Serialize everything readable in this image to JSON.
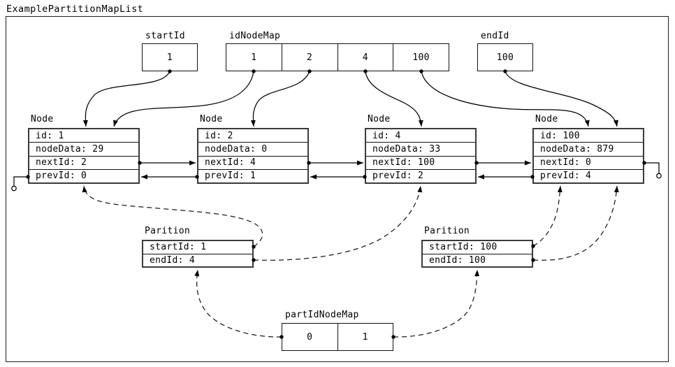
{
  "title": "ExamplePartitionMapList",
  "colors": {
    "line": "#000000",
    "background": "#ffffff",
    "record_border": "#3a3a3a"
  },
  "start_id": {
    "label": "startId",
    "value": "1"
  },
  "id_node_map": {
    "label": "idNodeMap",
    "cells": [
      "1",
      "2",
      "4",
      "100"
    ]
  },
  "end_id": {
    "label": "endId",
    "value": "100"
  },
  "nodes": [
    {
      "label": "Node",
      "rows": [
        "id: 1",
        "nodeData: 29",
        "nextId: 2",
        "prevId: 0"
      ]
    },
    {
      "label": "Node",
      "rows": [
        "id: 2",
        "nodeData: 0",
        "nextId: 4",
        "prevId: 1"
      ]
    },
    {
      "label": "Node",
      "rows": [
        "id: 4",
        "nodeData: 33",
        "nextId: 100",
        "prevId: 2"
      ]
    },
    {
      "label": "Node",
      "rows": [
        "id: 100",
        "nodeData: 879",
        "nextId: 0",
        "prevId: 4"
      ]
    }
  ],
  "partitions": [
    {
      "label": "Parition",
      "rows": [
        "startId: 1",
        "endId: 4"
      ]
    },
    {
      "label": "Parition",
      "rows": [
        "startId: 100",
        "endId: 100"
      ]
    }
  ],
  "part_id_node_map": {
    "label": "partIdNodeMap",
    "cells": [
      "0",
      "1"
    ]
  }
}
